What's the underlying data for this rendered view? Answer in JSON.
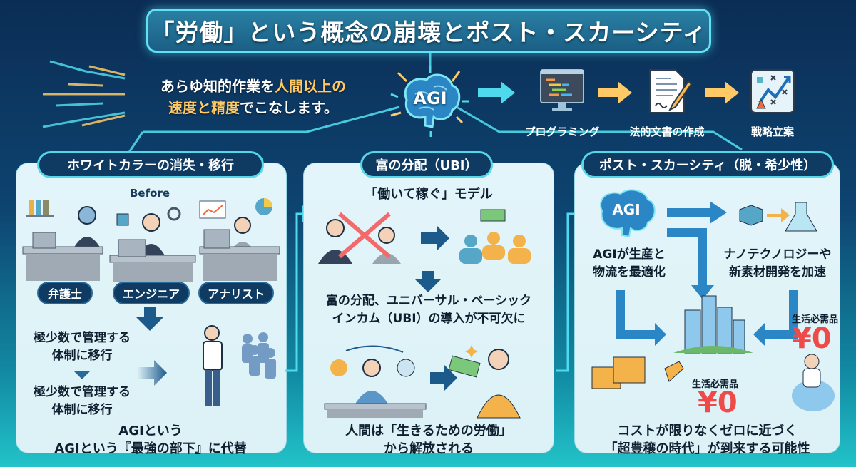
{
  "title": "「労働」という概念の崩壊とポスト・スカーシティ",
  "hero": {
    "tagline_line1_plain": "あらゆ知的作業を",
    "tagline_line1_highlight": "人間以上の",
    "tagline_line2_highlight": "速度と精度",
    "tagline_line2_plain": "でこなします。",
    "agi_label": "AGI",
    "steps": [
      {
        "label": "プログラミング",
        "icon": "code-monitor-icon"
      },
      {
        "label": "法的文書の作成",
        "icon": "document-pen-icon"
      },
      {
        "label": "戦略立案",
        "icon": "strategy-chart-icon"
      }
    ]
  },
  "panels": [
    {
      "tag": "ホワイトカラーの消失・移行",
      "before_label": "Before",
      "roles": [
        "弁護士",
        "エンジニア",
        "アナリスト"
      ],
      "text1": [
        "極少数で管理する",
        "体制に移行"
      ],
      "text2": [
        "極少数で管理する",
        "体制に移行"
      ],
      "footer": [
        "AGIという",
        "AGIという『最強の部下』に代替"
      ]
    },
    {
      "tag": "富の分配（UBI）",
      "model_label": "「働いて稼ぐ」モデル",
      "middle": [
        "富の分配、ユニバーサル・ベーシック",
        "インカム（UBI）の導入が不可欠に"
      ],
      "footer": [
        "人間は「生きるための労働」",
        "から解放される"
      ]
    },
    {
      "tag": "ポスト・スカーシティ（脱・希少性）",
      "agi_label": "AGI",
      "left_text": [
        "AGIが生産と",
        "物流を最適化"
      ],
      "right_text": [
        "ナノテクノロジーや",
        "新素材開発を加速"
      ],
      "necessity_label": "生活必需品",
      "price": "¥0",
      "footer": [
        "コストが限りなくゼロに近づく",
        "「超豊穣の時代」が到来する可能性"
      ]
    }
  ],
  "colors": {
    "accent_cyan": "#5fe3f2",
    "highlight_orange": "#ffc965",
    "navy": "#0f3a62",
    "price_red": "#ef4a4a"
  }
}
